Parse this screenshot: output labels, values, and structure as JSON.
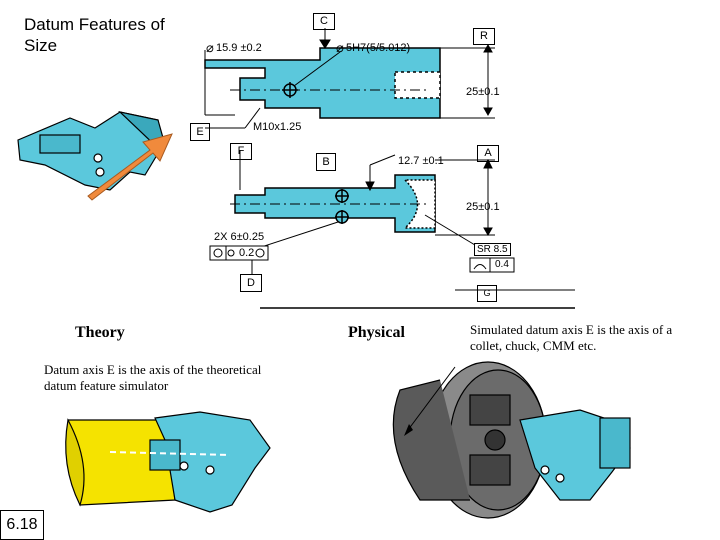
{
  "title": "Datum Features of Size",
  "labels": {
    "c": "C",
    "r": "R",
    "e": "E",
    "f": "F",
    "b": "B",
    "a": "A",
    "d": "D",
    "g": "G",
    "dia1": "15.9 ±0.2",
    "dia2": "5H7(5/5.012)",
    "dim_25a": "25±0.1",
    "thread": "M10x1.25",
    "dim_127": "12.7 ±0.1",
    "dim_25b": "25±0.1",
    "holes": "2X 6±0.25",
    "pos_tol": "0.2",
    "sr": "SR 8.5",
    "profile_tol": "0.4"
  },
  "sections": {
    "theory_heading": "Theory",
    "physical_heading": "Physical",
    "theory_text": "Datum axis E is the axis of the theoretical datum feature simulator",
    "physical_text": "Simulated datum axis E is the axis of a collet, chuck, CMM etc."
  },
  "slide_number": "6.18",
  "colors": {
    "part": "#5bc8dc",
    "arrow": "#f08a3c",
    "simulator": "#f5e300",
    "chuck": "#6b6b6b"
  }
}
